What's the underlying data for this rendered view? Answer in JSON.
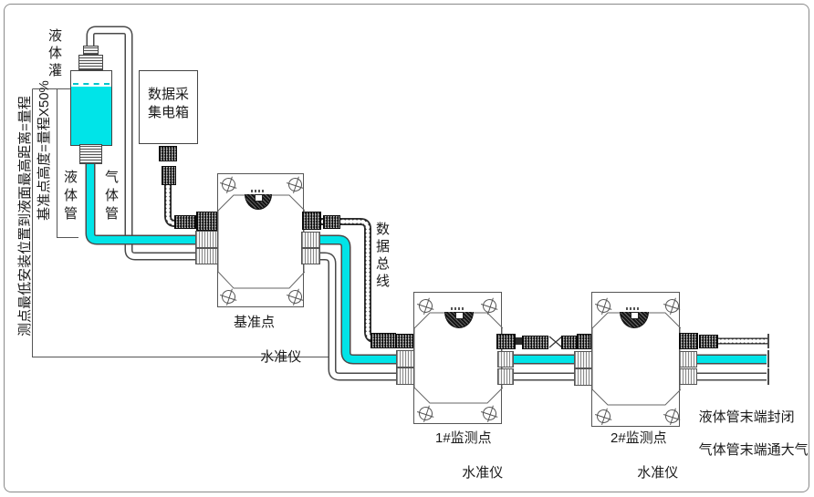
{
  "diagram": {
    "left_dimensions": {
      "outer_label": "测点最低安装位置到液面最高距离=量程",
      "inner_label": "基准点高度=量程X50%"
    },
    "tank": {
      "label": "液体灌"
    },
    "pipes": {
      "liquid_label": "液体管",
      "gas_label": "气体管"
    },
    "data_box": {
      "line1": "数据采",
      "line2": "集电箱"
    },
    "data_bus_label": "数据总线",
    "instruments": [
      {
        "line1": "基准点",
        "line2": "水准仪"
      },
      {
        "line1": "1#监测点",
        "line2": "水准仪"
      },
      {
        "line1": "2#监测点",
        "line2": "水准仪"
      }
    ],
    "end_notes": {
      "line1": "液体管末端封闭",
      "line2": "气体管末端通大气"
    },
    "colors": {
      "liquid": "#00e4e8",
      "outline": "#4a4a4a",
      "cable": "#2a2a2a",
      "dim_line": "#555555"
    }
  }
}
